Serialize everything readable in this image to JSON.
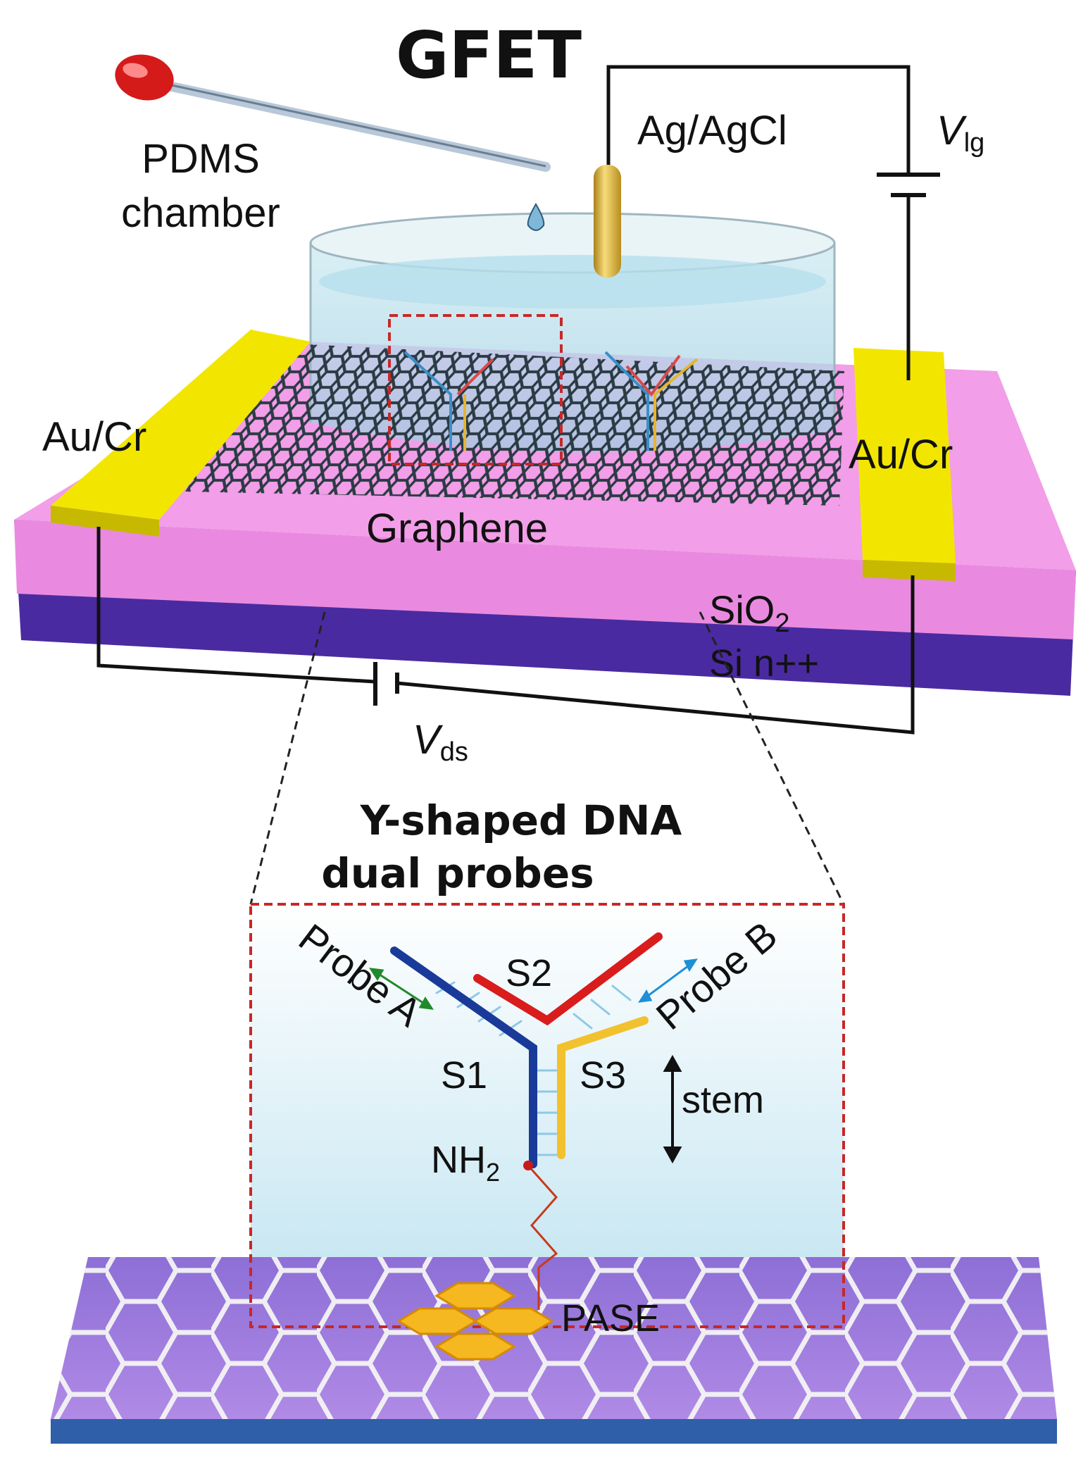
{
  "title": "GFET",
  "labels": {
    "pdms_line1": "PDMS",
    "pdms_line2": "chamber",
    "electrode": "Ag/AgCl",
    "vlg_main": "V",
    "vlg_sub": "lg",
    "au_left": "Au/Cr",
    "au_right": "Au/Cr",
    "graphene": "Graphene",
    "sio2_main": "SiO",
    "sio2_sub": "2",
    "si": "Si n++",
    "vds_main": "V",
    "vds_sub": "ds"
  },
  "inset": {
    "title_line1": "Y-shaped DNA",
    "title_line2": "dual probes",
    "probe_a": "Probe A",
    "probe_b": "Probe B",
    "s1": "S1",
    "s2": "S2",
    "s3": "S3",
    "stem": "stem",
    "nh2_main": "NH",
    "nh2_sub": "2",
    "pase": "PASE"
  },
  "colors": {
    "strand_s1": "#1a3a9a",
    "strand_s2": "#d91c1c",
    "strand_s3": "#f2c12e",
    "probe_a": "#1f8a2a",
    "probe_b": "#1e90d6",
    "electrode_gold": "#f2e600",
    "sio2": "#e98ae0",
    "si": "#4a2aa0"
  }
}
